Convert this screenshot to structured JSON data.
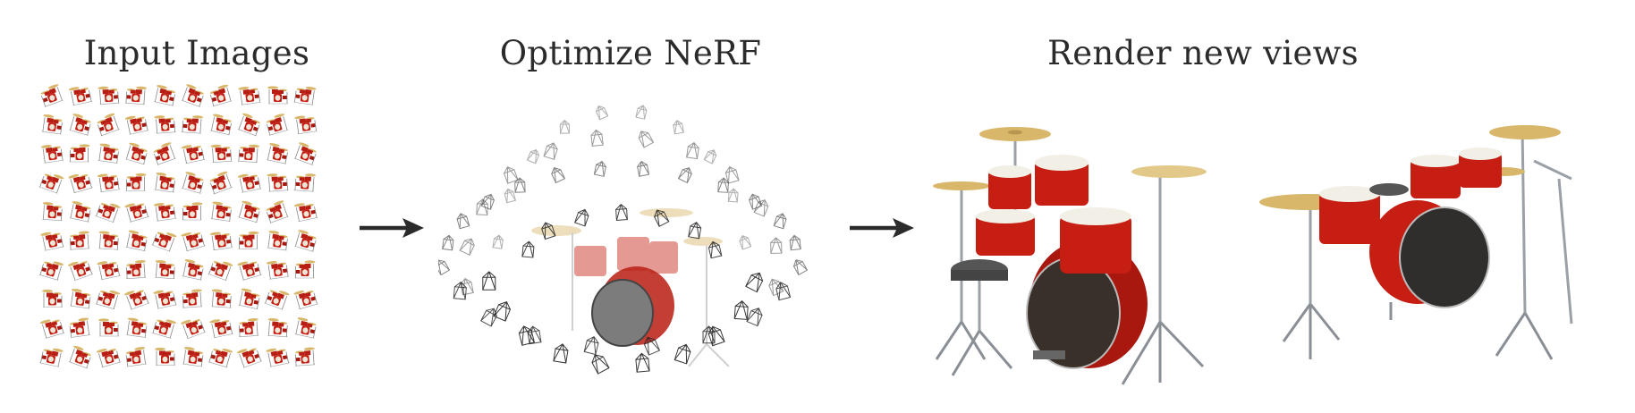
{
  "stages": {
    "input": {
      "title": "Input Images"
    },
    "optimize": {
      "title": "Optimize NeRF"
    },
    "render": {
      "title": "Render new views"
    }
  },
  "icons": {
    "arrow": "right-arrow-icon",
    "camera": "camera-frustum-icon",
    "drum_kit": "drum-kit-icon"
  },
  "colors": {
    "text": "#2b2b2b",
    "arrow": "#2b2b2b",
    "drum_red": "#c61e12",
    "drum_dark": "#8a130c",
    "chrome": "#9aa0a6",
    "cymbal": "#d8b66a",
    "drumhead": "#f2efe6",
    "camera_stroke": "#222222"
  }
}
